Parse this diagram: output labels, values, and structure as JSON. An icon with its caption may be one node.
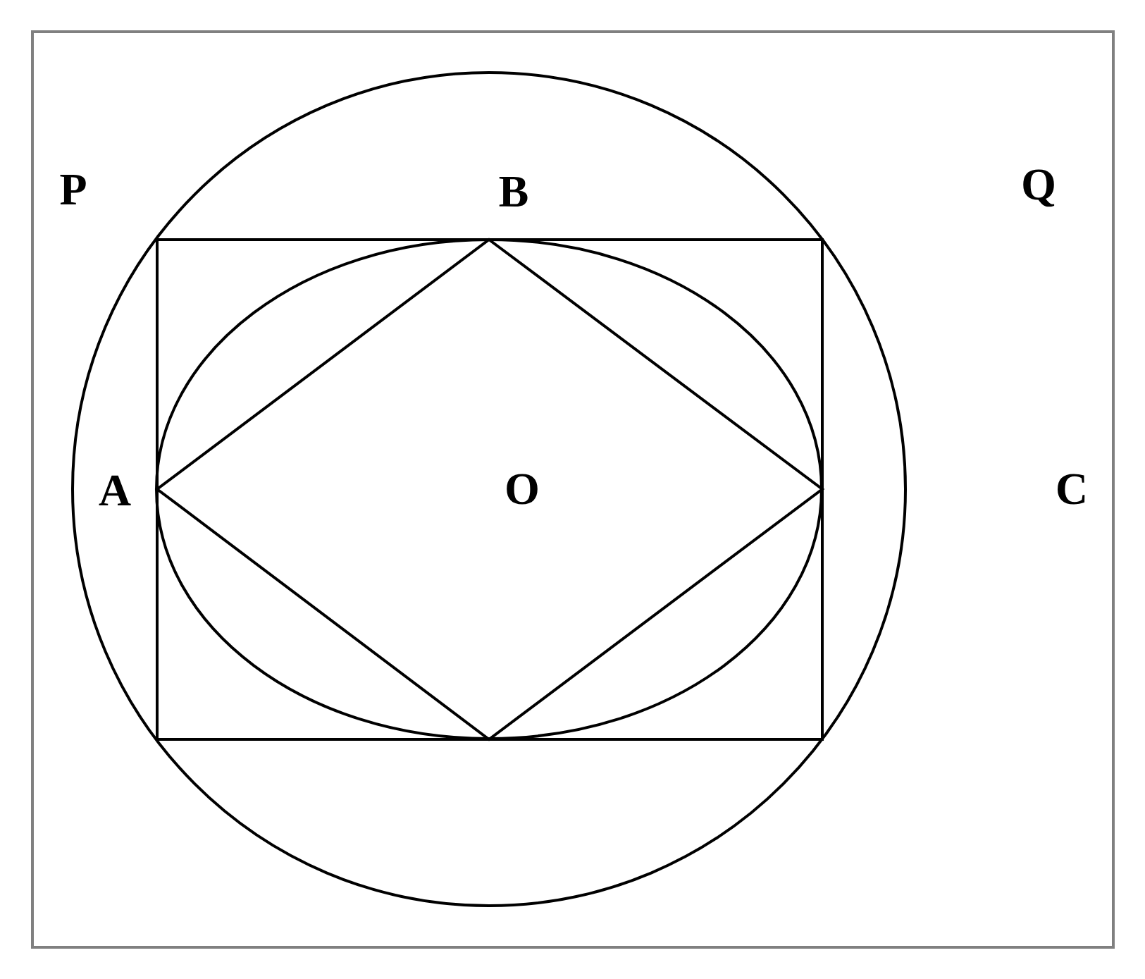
{
  "diagram": {
    "labels": [
      "P",
      "B",
      "Q",
      "A",
      "O",
      "C"
    ]
  }
}
